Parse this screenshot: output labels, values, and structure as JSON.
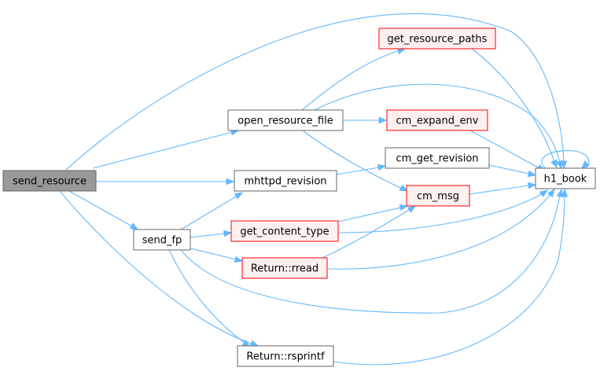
{
  "diagram": {
    "colors": {
      "edge": "#63b8ff",
      "node_border": "#666666",
      "node_border_red": "#ff0000",
      "node_fill": "#ffffff",
      "node_fill_red": "#fff0f0",
      "node_fill_selected": "#999999"
    },
    "nodes": [
      {
        "id": "send_resource",
        "label": "send_resource",
        "style": "selected"
      },
      {
        "id": "open_resource_file",
        "label": "open_resource_file",
        "style": "normal"
      },
      {
        "id": "mhttpd_revision",
        "label": "mhttpd_revision",
        "style": "normal"
      },
      {
        "id": "send_fp",
        "label": "send_fp",
        "style": "normal"
      },
      {
        "id": "return_rsprintf",
        "label": "Return::rsprintf",
        "style": "normal"
      },
      {
        "id": "get_resource_paths",
        "label": "get_resource_paths",
        "style": "red"
      },
      {
        "id": "cm_expand_env",
        "label": "cm_expand_env",
        "style": "red"
      },
      {
        "id": "cm_get_revision",
        "label": "cm_get_revision",
        "style": "normal"
      },
      {
        "id": "cm_msg",
        "label": "cm_msg",
        "style": "red"
      },
      {
        "id": "get_content_type",
        "label": "get_content_type",
        "style": "red"
      },
      {
        "id": "return_rread",
        "label": "Return::rread",
        "style": "red"
      },
      {
        "id": "h1_book",
        "label": "h1_book",
        "style": "normal"
      }
    ],
    "edges": [
      {
        "from": "send_resource",
        "to": "h1_book"
      },
      {
        "from": "send_resource",
        "to": "open_resource_file"
      },
      {
        "from": "send_resource",
        "to": "mhttpd_revision"
      },
      {
        "from": "send_resource",
        "to": "send_fp"
      },
      {
        "from": "send_resource",
        "to": "return_rsprintf"
      },
      {
        "from": "open_resource_file",
        "to": "get_resource_paths"
      },
      {
        "from": "open_resource_file",
        "to": "h1_book"
      },
      {
        "from": "open_resource_file",
        "to": "cm_expand_env"
      },
      {
        "from": "open_resource_file",
        "to": "cm_msg"
      },
      {
        "from": "get_resource_paths",
        "to": "h1_book"
      },
      {
        "from": "cm_expand_env",
        "to": "h1_book"
      },
      {
        "from": "mhttpd_revision",
        "to": "cm_get_revision"
      },
      {
        "from": "cm_get_revision",
        "to": "h1_book"
      },
      {
        "from": "cm_msg",
        "to": "h1_book"
      },
      {
        "from": "send_fp",
        "to": "mhttpd_revision"
      },
      {
        "from": "send_fp",
        "to": "get_content_type"
      },
      {
        "from": "send_fp",
        "to": "return_rread"
      },
      {
        "from": "send_fp",
        "to": "h1_book"
      },
      {
        "from": "send_fp",
        "to": "return_rsprintf"
      },
      {
        "from": "get_content_type",
        "to": "cm_msg"
      },
      {
        "from": "get_content_type",
        "to": "h1_book"
      },
      {
        "from": "return_rread",
        "to": "cm_msg"
      },
      {
        "from": "return_rread",
        "to": "h1_book"
      },
      {
        "from": "return_rsprintf",
        "to": "h1_book"
      },
      {
        "from": "h1_book",
        "to": "h1_book"
      }
    ]
  }
}
